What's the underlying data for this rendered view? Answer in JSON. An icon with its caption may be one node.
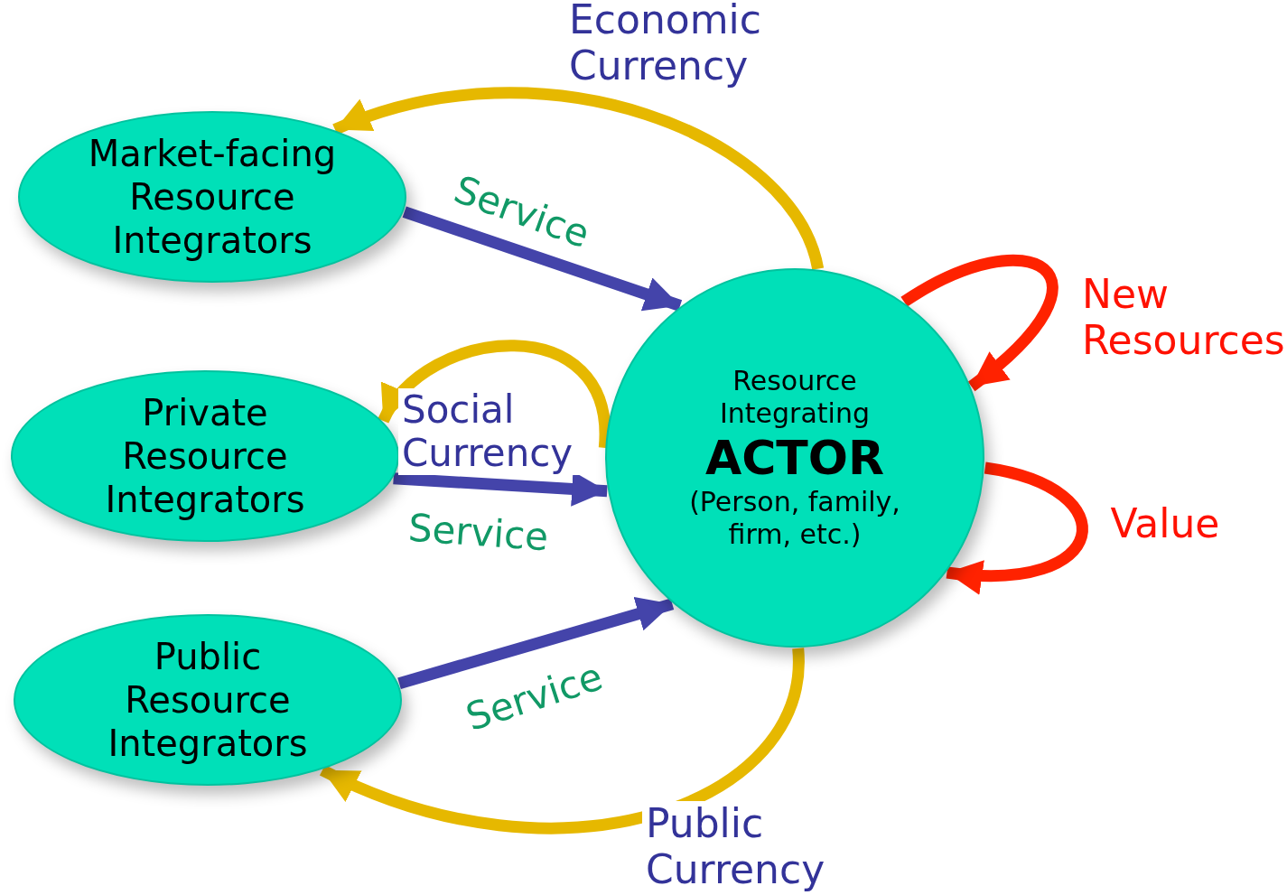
{
  "diagram": {
    "nodes": [
      {
        "text": [
          "Market-facing Resource Integrators"
        ]
      },
      {
        "text": [
          "Private Resource Integrators"
        ]
      },
      {
        "text": [
          "Public Resource Integrators"
        ]
      },
      {
        "text": [
          "Resource Integrating",
          "ACTOR",
          "(Person, family, firm, etc.)"
        ]
      }
    ],
    "edges": [
      {
        "from": 3,
        "to": 0,
        "arrow": "to",
        "label": "Economic Currency",
        "color": "#e6b800"
      },
      {
        "from": 0,
        "to": 3,
        "arrow": "to",
        "label": "Service",
        "color": "#4444aa"
      },
      {
        "from": 3,
        "to": 1,
        "arrow": "to",
        "label": "Social Currency",
        "color": "#e6b800"
      },
      {
        "from": 1,
        "to": 3,
        "arrow": "to",
        "label": "Service",
        "color": "#4444aa"
      },
      {
        "from": 2,
        "to": 3,
        "arrow": "to",
        "label": "Service",
        "color": "#4444aa"
      },
      {
        "from": 3,
        "to": 2,
        "arrow": "to",
        "label": "Public Currency",
        "color": "#e6b800"
      },
      {
        "from": 3,
        "to": 3,
        "arrow": "to",
        "label": "New Resources",
        "color": "#ff2200"
      },
      {
        "from": 3,
        "to": 3,
        "arrow": "to",
        "label": "Value",
        "color": "#ff2200"
      }
    ]
  }
}
